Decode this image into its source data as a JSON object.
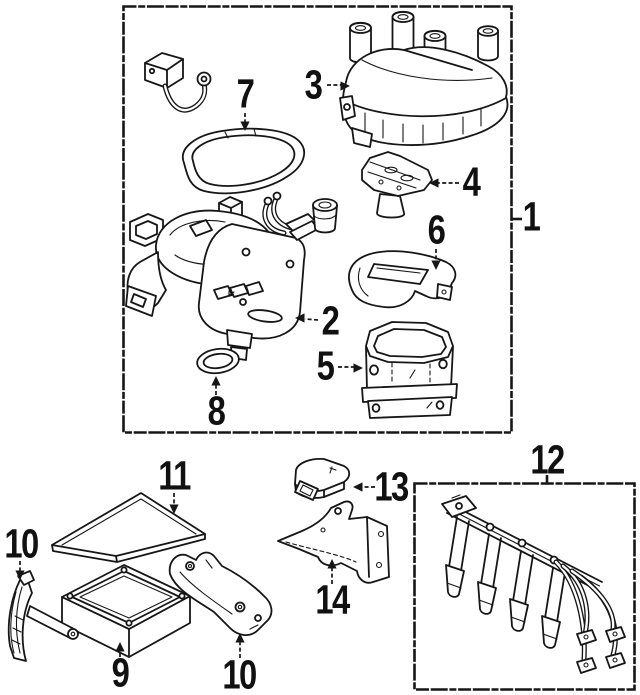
{
  "diagram": {
    "colors": {
      "line": "#161616",
      "background": "#ffffff"
    },
    "callouts": {
      "c1": {
        "label": "1"
      },
      "c2": {
        "label": "2"
      },
      "c3": {
        "label": "3"
      },
      "c4": {
        "label": "4"
      },
      "c5": {
        "label": "5"
      },
      "c6": {
        "label": "6"
      },
      "c7": {
        "label": "7"
      },
      "c8": {
        "label": "8"
      },
      "c9": {
        "label": "9"
      },
      "c10a": {
        "label": "10"
      },
      "c10b": {
        "label": "10"
      },
      "c11": {
        "label": "11"
      },
      "c12": {
        "label": "12"
      },
      "c13": {
        "label": "13"
      },
      "c14": {
        "label": "14"
      }
    }
  }
}
